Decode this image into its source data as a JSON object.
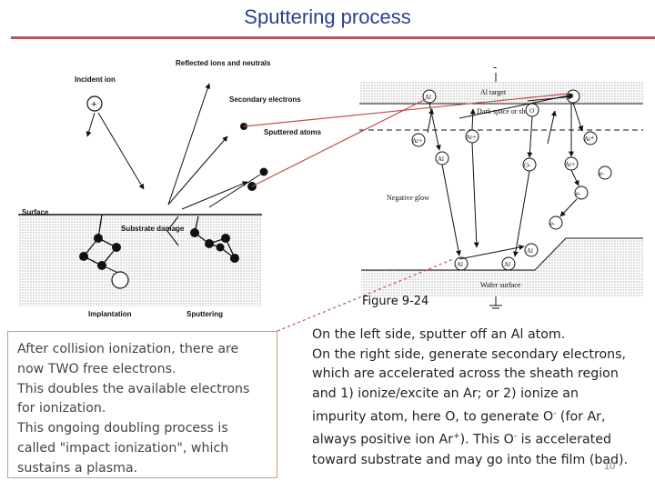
{
  "slide": {
    "title": "Sputtering process",
    "page_number": "10"
  },
  "left_figure": {
    "incident_ion": "Incident ion",
    "reflected": "Reflected ions and neutrals",
    "secondary": "Secondary electrons",
    "sputtered": "Sputtered atoms",
    "surface": "Surface",
    "substrate_damage": "Substrate damage",
    "implantation": "Implantation",
    "sputtering": "Sputtering"
  },
  "right_figure": {
    "target_sign": "-",
    "al_target": "Al target",
    "dark_space": "Dark space or sheath",
    "negative_glow": "Negative glow",
    "wafer_surface": "Wafer surface",
    "atoms": {
      "al": "Al",
      "ar_plus": "Ar+",
      "o": "O",
      "o_minus": "O-",
      "e_minus": "e-",
      "ar_star": "Ar*"
    },
    "caption": "Figure 9-24"
  },
  "left_note": {
    "lines": [
      "After collision ionization, there are",
      "now TWO free electrons.",
      "This doubles the available electrons",
      "for ionization.",
      "This ongoing doubling process is",
      "called \"impact ionization\", which",
      "sustains a plasma."
    ]
  },
  "right_note": {
    "line1": "On the left side, sputter off an Al atom.",
    "line2": "On the right side, generate secondary electrons,",
    "line3": "which are accelerated across the sheath region",
    "line4": "and 1) ionize/excite an Ar; or 2) ionize an",
    "line5": "impurity atom, here O, to generate O",
    "line5_sup": "-",
    "line5_tail": " (for Ar,",
    "line6": "always positive ion Ar",
    "line6_sup": "+",
    "line6_mid": "). This O",
    "line6_sup2": "-",
    "line6_tail": " is accelerated",
    "line7": "toward substrate and may go into the film (bad)."
  },
  "colors": {
    "title": "#2b3f8f",
    "rule": "#b4565d",
    "connector": "#c0504d",
    "note_border": "#c9a070"
  }
}
